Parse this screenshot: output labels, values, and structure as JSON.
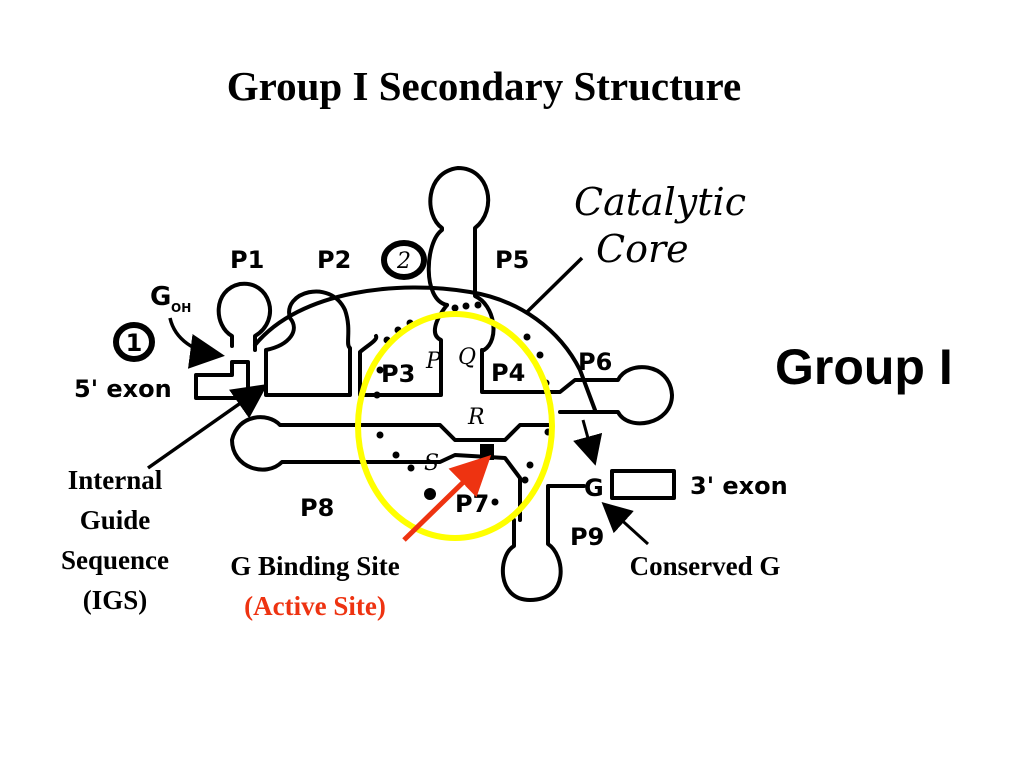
{
  "title": "Group I Secondary Structure",
  "group_label": "Group I",
  "catalytic_core_label": [
    "Catalytic",
    "Core"
  ],
  "stem_labels": {
    "p1": "P1",
    "p2": "P2",
    "p3": "P3",
    "p4": "P4",
    "p5": "P5",
    "p6": "P6",
    "p7": "P7",
    "p8": "P8",
    "p9": "P9"
  },
  "core_letters": {
    "p": "P",
    "q": "Q",
    "r": "R",
    "s": "S"
  },
  "step_markers": {
    "step1": "1",
    "step2": "2"
  },
  "g_oh": {
    "g": "G",
    "sub": "OH"
  },
  "exon_labels": {
    "five_prime": "5' exon",
    "three_prime": "3' exon"
  },
  "conserved_g_letter": "G",
  "annotations": {
    "igs": [
      "Internal",
      "Guide",
      "Sequence",
      "(IGS)"
    ],
    "g_binding_site": "G Binding Site",
    "active_site": "(Active Site)",
    "conserved_g": "Conserved G"
  },
  "colors": {
    "highlight_circle": "#ffff00",
    "active_site_arrow": "#ee3311",
    "active_site_text": "#ee3311",
    "ink": "#000000"
  }
}
